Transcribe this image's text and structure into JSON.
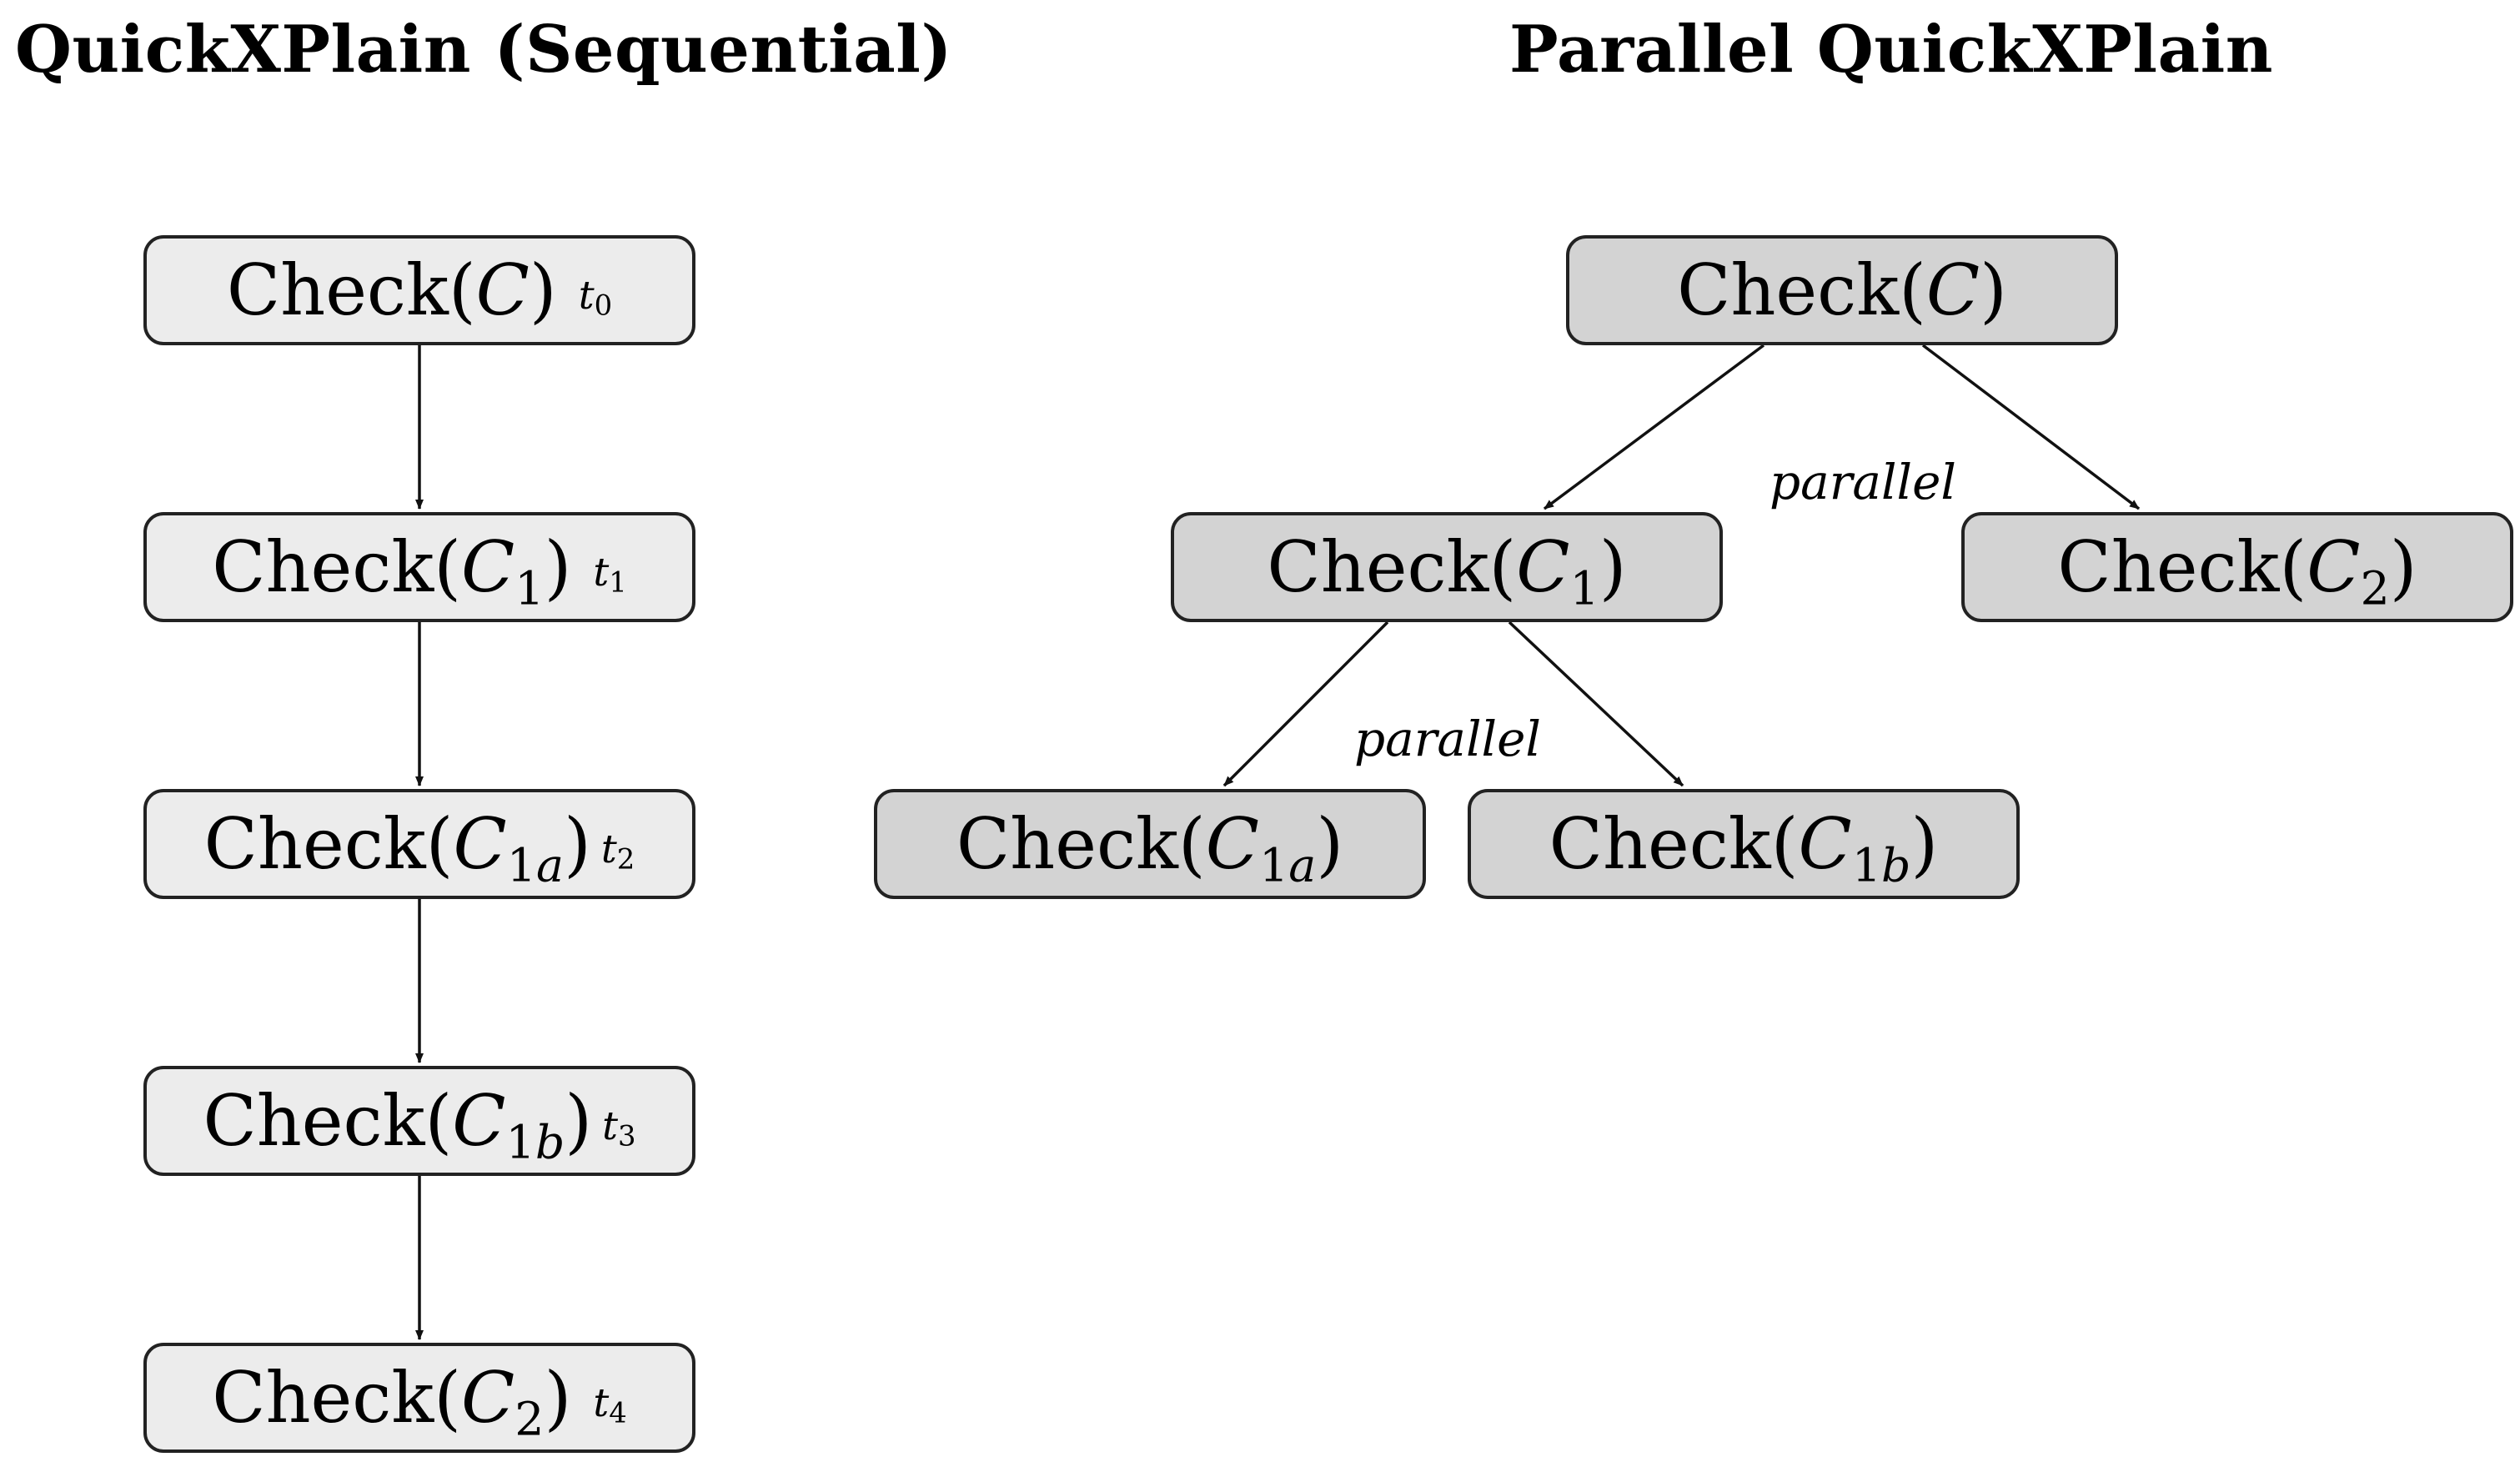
{
  "titles": {
    "left": "QuickXPlain (Sequential)",
    "right": "Parallel QuickXPlain"
  },
  "sequential": [
    {
      "func": "Check(",
      "var": "C",
      "sub": "",
      "subvar": "",
      "close": ")",
      "t": "t",
      "t_sub": "0"
    },
    {
      "func": "Check(",
      "var": "C",
      "sub": "1",
      "subvar": "",
      "close": ")",
      "t": "t",
      "t_sub": "1"
    },
    {
      "func": "Check(",
      "var": "C",
      "sub": "1",
      "subvar": "a",
      "close": ")",
      "t": "t",
      "t_sub": "2"
    },
    {
      "func": "Check(",
      "var": "C",
      "sub": "1",
      "subvar": "b",
      "close": ")",
      "t": "t",
      "t_sub": "3"
    },
    {
      "func": "Check(",
      "var": "C",
      "sub": "2",
      "subvar": "",
      "close": ")",
      "t": "t",
      "t_sub": "4"
    }
  ],
  "parallel": {
    "root": {
      "func": "Check(",
      "var": "C",
      "sub": "",
      "subvar": "",
      "close": ")"
    },
    "c1": {
      "func": "Check(",
      "var": "C",
      "sub": "1",
      "subvar": "",
      "close": ")"
    },
    "c2": {
      "func": "Check(",
      "var": "C",
      "sub": "2",
      "subvar": "",
      "close": ")"
    },
    "c1a": {
      "func": "Check(",
      "var": "C",
      "sub": "1",
      "subvar": "a",
      "close": ")"
    },
    "c1b": {
      "func": "Check(",
      "var": "C",
      "sub": "1",
      "subvar": "b",
      "close": ")"
    },
    "label_top": "parallel",
    "label_bottom": "parallel"
  },
  "colors": {
    "sequential_fill": "#ececec",
    "parallel_fill": "#d3d3d3",
    "stroke": "#222222"
  }
}
